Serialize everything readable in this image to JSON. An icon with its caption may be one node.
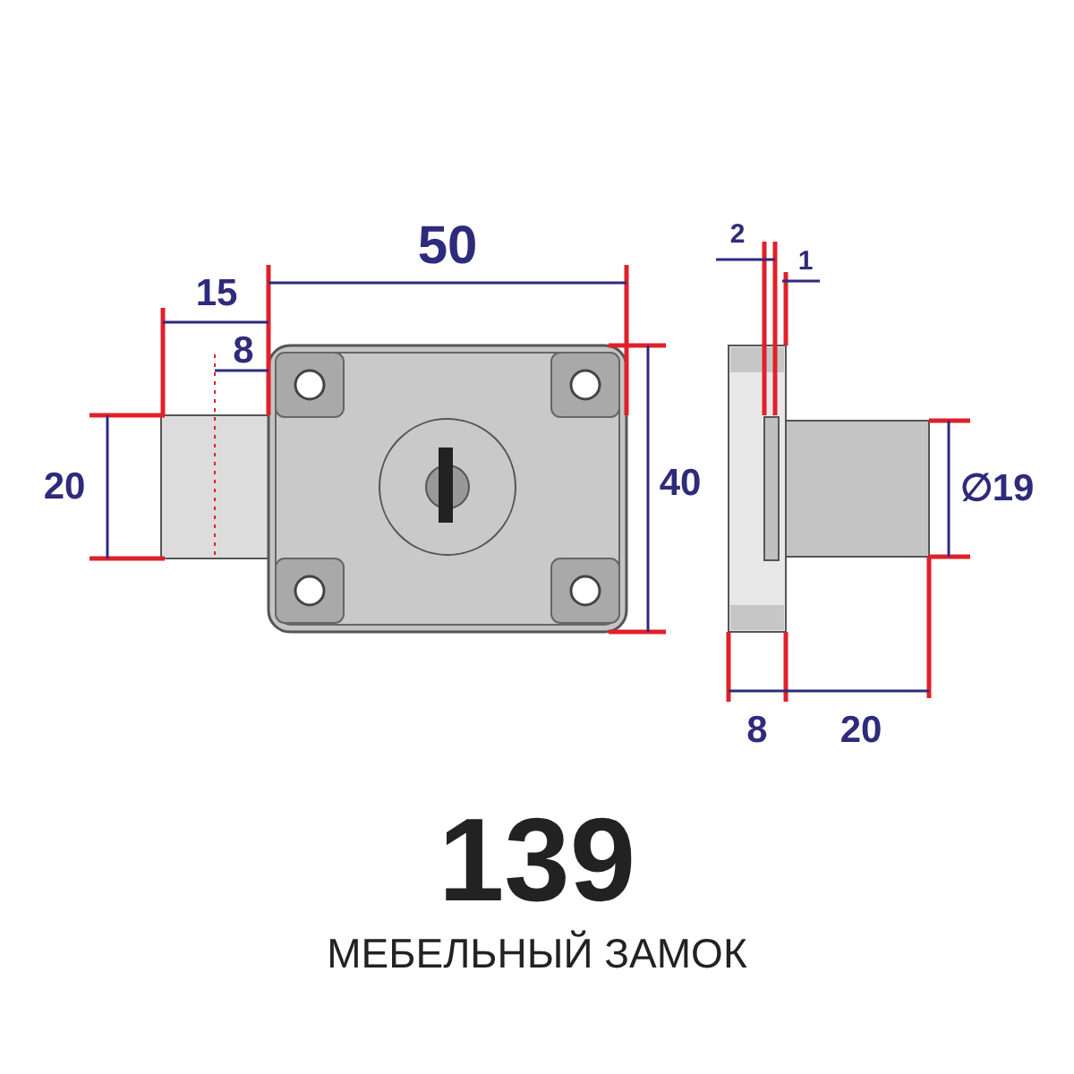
{
  "diagram": {
    "title": "139",
    "caption": "МЕБЕЛЬНЫЙ ЗАМОК",
    "labels": [
      "50",
      "15",
      "2",
      "1",
      "8",
      "20",
      "40",
      "∅19",
      "8",
      "20"
    ]
  }
}
